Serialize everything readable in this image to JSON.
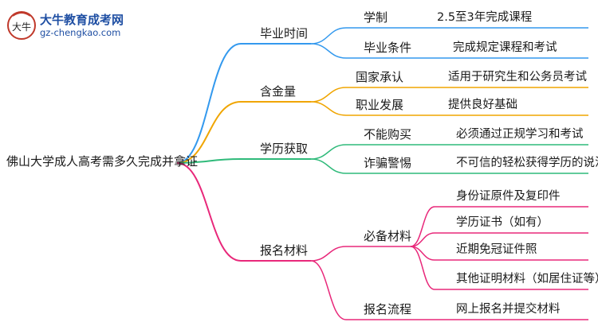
{
  "logo": {
    "name": "大牛教育成考网",
    "url": "gz-chengkao.com",
    "mark_text": "大牛"
  },
  "colors": {
    "blue": "#3399ee",
    "orange": "#f0a500",
    "green": "#2fba7a",
    "pink": "#e8287a"
  },
  "mindmap": {
    "root": "佛山大学成人高考需多久完成并拿证",
    "branches": [
      {
        "label": "毕业时间",
        "color": "blue",
        "children": [
          {
            "label": "学制",
            "leaf": "2.5至3年完成课程"
          },
          {
            "label": "毕业条件",
            "leaf": "完成规定课程和考试"
          }
        ]
      },
      {
        "label": "含金量",
        "color": "orange",
        "children": [
          {
            "label": "国家承认",
            "leaf": "适用于研究生和公务员考试"
          },
          {
            "label": "职业发展",
            "leaf": "提供良好基础"
          }
        ]
      },
      {
        "label": "学历获取",
        "color": "green",
        "children": [
          {
            "label": "不能购买",
            "leaf": "必须通过正规学习和考试"
          },
          {
            "label": "诈骗警惕",
            "leaf": "不可信的轻松获得学历的说法"
          }
        ]
      },
      {
        "label": "报名材料",
        "color": "pink",
        "children": [
          {
            "label": "必备材料",
            "items": [
              "身份证原件及复印件",
              "学历证书（如有）",
              "近期免冠证件照",
              "其他证明材料（如居住证等）"
            ]
          },
          {
            "label": "报名流程",
            "leaf": "网上报名并提交材料"
          }
        ]
      }
    ]
  }
}
